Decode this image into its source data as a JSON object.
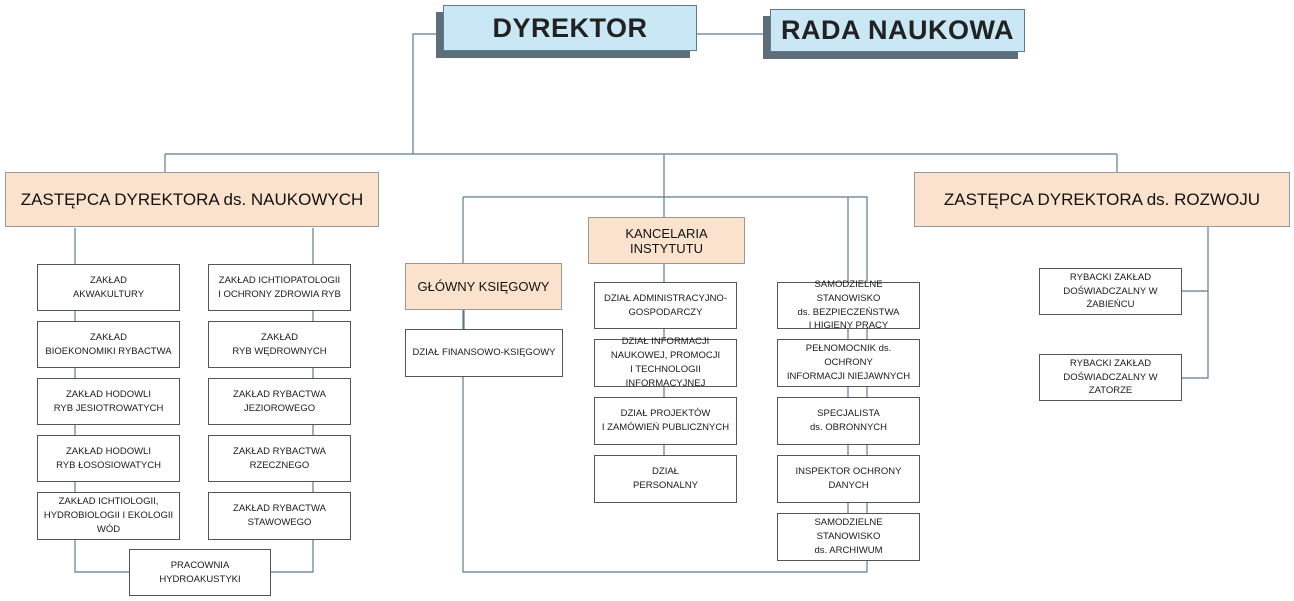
{
  "director": "DYREKTOR",
  "council": "RADA NAUKOWA",
  "deputy_science": "ZASTĘPCA DYREKTORA ds. NAUKOWYCH",
  "deputy_development": "ZASTĘPCA DYREKTORA ds. ROZWOJU",
  "chief_accountant": "GŁÓWNY KSIĘGOWY",
  "chancellery": "KANCELARIA INSTYTUTU",
  "science_units_left": [
    "ZAKŁAD\nAKWAKULTURY",
    "ZAKŁAD\nBIOEKONOMIKI RYBACTWA",
    "ZAKŁAD HODOWLI\nRYB JESIOTROWATYCH",
    "ZAKŁAD HODOWLI\nRYB ŁOSOSIOWATYCH",
    "ZAKŁAD ICHTIOLOGII,\nHYDROBIOLOGII I EKOLOGII\nWÓD"
  ],
  "science_units_right": [
    "ZAKŁAD ICHTIOPATOLOGII\nI OCHRONY ZDROWIA RYB",
    "ZAKŁAD\nRYB WĘDROWNYCH",
    "ZAKŁAD RYBACTWA\nJEZIOROWEGO",
    "ZAKŁAD RYBACTWA\nRZECZNEGO",
    "ZAKŁAD RYBACTWA\nSTAWOWEGO"
  ],
  "hydroacoustics": "PRACOWNIA\nHYDROAKUSTYKI",
  "finance_dept": "DZIAŁ FINANSOWO-KSIĘGOWY",
  "chancellery_units": [
    "DZIAŁ ADMINISTRACYJNO-\nGOSPODARCZY",
    "DZIAŁ INFORMACJI\nNAUKOWEJ, PROMOCJI\nI TECHNOLOGII INFORMACYJNEJ",
    "DZIAŁ PROJEKTÓW\nI ZAMÓWIEŃ PUBLICZNYCH",
    "DZIAŁ\nPERSONALNY"
  ],
  "independent_posts": [
    "SAMODZIELNE STANOWISKO\nds. BEZPIECZEŃSTWA\nI HIGIENY PRACY",
    "PEŁNOMOCNIK ds. OCHRONY\nINFORMACJI NIEJAWNYCH",
    "SPECJALISTA\nds. OBRONNYCH",
    "INSPEKTOR OCHRONY\nDANYCH",
    "SAMODZIELNE STANOWISKO\nds. ARCHIWUM"
  ],
  "development_units": [
    "RYBACKI ZAKŁAD\nDOŚWIADCZALNY W ŻABIEŃCU",
    "RYBACKI ZAKŁAD\nDOŚWIADCZALNY W ZATORZE"
  ],
  "colors": {
    "line": "#5b7b94",
    "top_fill": "#c9e7f5",
    "mid_fill": "#fbe2cd"
  }
}
